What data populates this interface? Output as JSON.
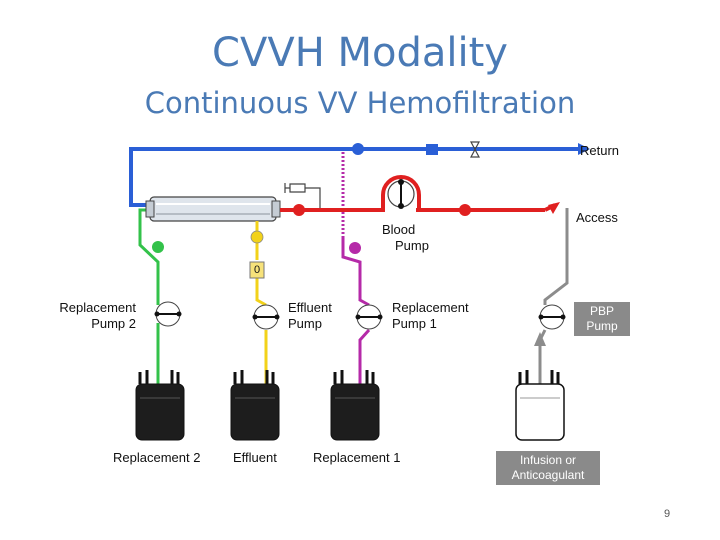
{
  "header": {
    "title": "CVVH Modality",
    "subtitle": "Continuous VV Hemofiltration"
  },
  "labels": {
    "return": "Return",
    "access": "Access",
    "blood_pump": [
      "Blood",
      "Pump"
    ],
    "effluent_pump": [
      "Effluent",
      "Pump"
    ],
    "replacement_pump_1": [
      "Replacement",
      "Pump 1"
    ],
    "replacement_pump_2": [
      "Replacement",
      "Pump 2"
    ],
    "pbp_pump": [
      "PBP",
      "Pump"
    ],
    "bag_replacement_2": "Replacement 2",
    "bag_effluent": "Effluent",
    "bag_replacement_1": "Replacement 1",
    "bag_infusion": [
      "Infusion or",
      "Anticoagulant"
    ],
    "pressure_pod": "0"
  },
  "page_number": "9",
  "colors": {
    "title": "#4a7ab5",
    "return_line": "#2a5fd6",
    "access_line": "#e02020",
    "replacement_2_line": "#33c24a",
    "effluent_line": "#f2d21a",
    "replacement_1_line": "#b52aa8",
    "infusion_line": "#8c8c8c"
  }
}
